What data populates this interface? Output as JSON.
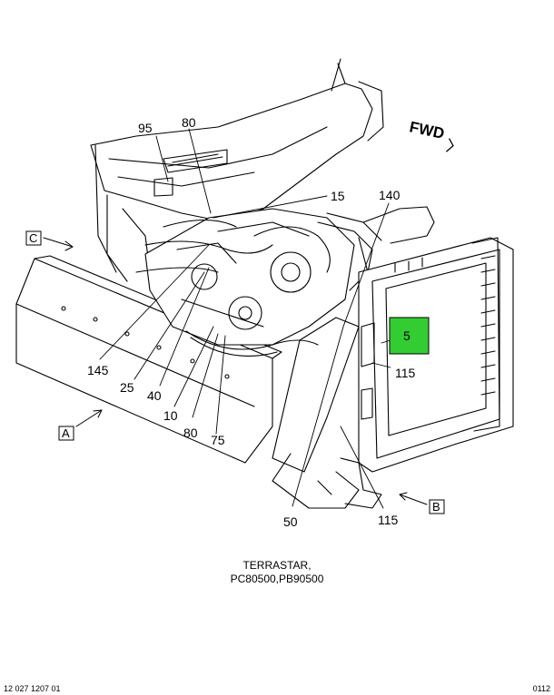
{
  "callouts": {
    "c95": "95",
    "c80a": "80",
    "c15": "15",
    "c140": "140",
    "c5": "5",
    "c115a": "115",
    "c145": "145",
    "c25": "25",
    "c40": "40",
    "c10": "10",
    "c80b": "80",
    "c75": "75",
    "c50": "50",
    "c115b": "115"
  },
  "view_letters": {
    "a": "A",
    "b": "B",
    "c": "C"
  },
  "direction_label": "FWD",
  "caption": {
    "line1": "TERRASTAR,",
    "line2": "PC80500,PB90500"
  },
  "footer": {
    "left": "12 027 1207 01",
    "right": "0112"
  },
  "highlight_color": "#33cc33"
}
